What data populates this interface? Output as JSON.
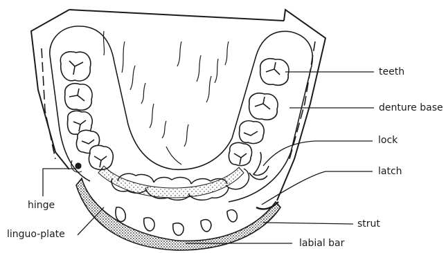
{
  "labels": {
    "teeth": "teeth",
    "denture_base": "denture base",
    "lock": "lock",
    "latch": "latch",
    "hinge": "hinge",
    "strut": "strut",
    "linguo_plate": "linguo-plate",
    "labial_bar": "labial bar"
  },
  "colors": {
    "ink": "#1a1a1a",
    "paper": "#ffffff"
  }
}
